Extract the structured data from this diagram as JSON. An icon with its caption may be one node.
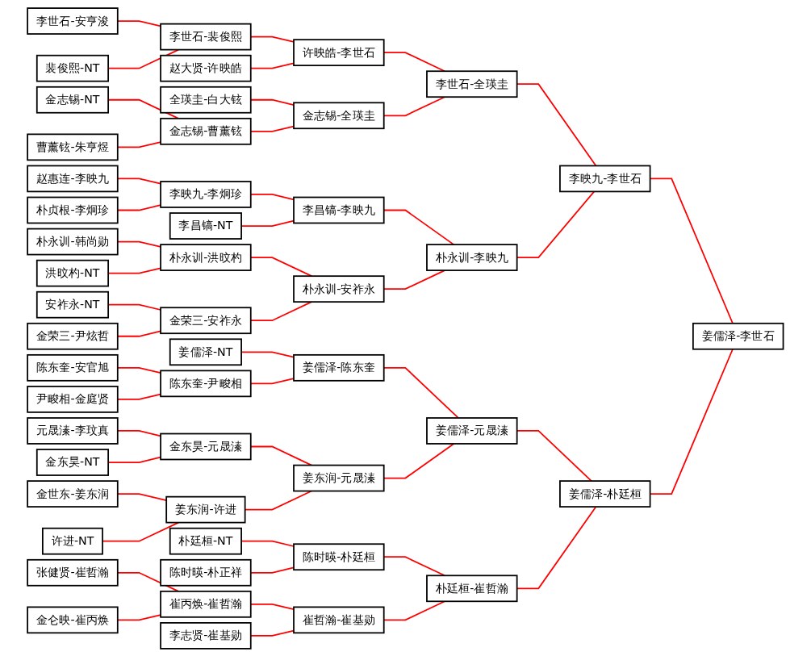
{
  "diagram": {
    "nodes": [
      {
        "text": [
          "李世石-安亨浚"
        ]
      },
      {
        "text": [
          "裴俊熙-NT"
        ]
      },
      {
        "text": [
          "金志锡-NT"
        ]
      },
      {
        "text": [
          "曹薰铉-朱亨煜"
        ]
      },
      {
        "text": [
          "赵惠连-李映九"
        ]
      },
      {
        "text": [
          "朴贞根-李炯珍"
        ]
      },
      {
        "text": [
          "朴永训-韩尚勋"
        ]
      },
      {
        "text": [
          "洪旼杓-NT"
        ]
      },
      {
        "text": [
          "安祚永-NT"
        ]
      },
      {
        "text": [
          "金荣三-尹炫哲"
        ]
      },
      {
        "text": [
          "陈东奎-安官旭"
        ]
      },
      {
        "text": [
          "尹畯相-金庭贤"
        ]
      },
      {
        "text": [
          "元晟溱-李玟真"
        ]
      },
      {
        "text": [
          "金东昊-NT"
        ]
      },
      {
        "text": [
          "金世东-姜东润"
        ]
      },
      {
        "text": [
          "许进-NT"
        ]
      },
      {
        "text": [
          "张健贤-崔哲瀚"
        ]
      },
      {
        "text": [
          "金仑映-崔丙焕"
        ]
      },
      {
        "text": [
          "李世石-裴俊熙"
        ]
      },
      {
        "text": [
          "赵大贤-许映皓"
        ]
      },
      {
        "text": [
          "全瑛圭-白大铉"
        ]
      },
      {
        "text": [
          "金志锡-曹薰铉"
        ]
      },
      {
        "text": [
          "李映九-李炯珍"
        ]
      },
      {
        "text": [
          "李昌镐-NT"
        ]
      },
      {
        "text": [
          "朴永训-洪旼杓"
        ]
      },
      {
        "text": [
          "金荣三-安祚永"
        ]
      },
      {
        "text": [
          "姜儒泽-NT"
        ]
      },
      {
        "text": [
          "陈东奎-尹畯相"
        ]
      },
      {
        "text": [
          "金东昊-元晟溱"
        ]
      },
      {
        "text": [
          "姜东润-许进"
        ]
      },
      {
        "text": [
          "朴廷桓-NT"
        ]
      },
      {
        "text": [
          "陈时暎-朴正祥"
        ]
      },
      {
        "text": [
          "崔丙焕-崔哲瀚"
        ]
      },
      {
        "text": [
          "李志贤-崔基勋"
        ]
      },
      {
        "text": [
          "许映皓-李世石"
        ]
      },
      {
        "text": [
          "金志锡-全瑛圭"
        ]
      },
      {
        "text": [
          "李昌镐-李映九"
        ]
      },
      {
        "text": [
          "朴永训-安祚永"
        ]
      },
      {
        "text": [
          "姜儒泽-陈东奎"
        ]
      },
      {
        "text": [
          "姜东润-元晟溱"
        ]
      },
      {
        "text": [
          "陈时暎-朴廷桓"
        ]
      },
      {
        "text": [
          "崔哲瀚-崔基勋"
        ]
      },
      {
        "text": [
          "李世石-全瑛圭"
        ]
      },
      {
        "text": [
          "朴永训-李映九"
        ]
      },
      {
        "text": [
          "姜儒泽-元晟溱"
        ]
      },
      {
        "text": [
          "朴廷桓-崔哲瀚"
        ]
      },
      {
        "text": [
          "李映九-李世石"
        ]
      },
      {
        "text": [
          "姜儒泽-朴廷桓"
        ]
      },
      {
        "text": [
          "姜儒泽-李世石"
        ]
      }
    ],
    "edges": [
      {
        "from": 0,
        "to": 18,
        "arrow": "none"
      },
      {
        "from": 1,
        "to": 18,
        "arrow": "none"
      },
      {
        "from": 2,
        "to": 21,
        "arrow": "none"
      },
      {
        "from": 3,
        "to": 21,
        "arrow": "none"
      },
      {
        "from": 4,
        "to": 22,
        "arrow": "none"
      },
      {
        "from": 5,
        "to": 22,
        "arrow": "none"
      },
      {
        "from": 6,
        "to": 24,
        "arrow": "none"
      },
      {
        "from": 7,
        "to": 24,
        "arrow": "none"
      },
      {
        "from": 8,
        "to": 25,
        "arrow": "none"
      },
      {
        "from": 9,
        "to": 25,
        "arrow": "none"
      },
      {
        "from": 10,
        "to": 27,
        "arrow": "none"
      },
      {
        "from": 11,
        "to": 27,
        "arrow": "none"
      },
      {
        "from": 12,
        "to": 28,
        "arrow": "none"
      },
      {
        "from": 13,
        "to": 28,
        "arrow": "none"
      },
      {
        "from": 14,
        "to": 29,
        "arrow": "none"
      },
      {
        "from": 15,
        "to": 29,
        "arrow": "none"
      },
      {
        "from": 16,
        "to": 32,
        "arrow": "none"
      },
      {
        "from": 17,
        "to": 32,
        "arrow": "none"
      },
      {
        "from": 18,
        "to": 34,
        "arrow": "none"
      },
      {
        "from": 19,
        "to": 34,
        "arrow": "none"
      },
      {
        "from": 20,
        "to": 35,
        "arrow": "none"
      },
      {
        "from": 21,
        "to": 35,
        "arrow": "none"
      },
      {
        "from": 22,
        "to": 36,
        "arrow": "none"
      },
      {
        "from": 23,
        "to": 36,
        "arrow": "none"
      },
      {
        "from": 24,
        "to": 37,
        "arrow": "none"
      },
      {
        "from": 25,
        "to": 37,
        "arrow": "none"
      },
      {
        "from": 26,
        "to": 38,
        "arrow": "none"
      },
      {
        "from": 27,
        "to": 38,
        "arrow": "none"
      },
      {
        "from": 28,
        "to": 39,
        "arrow": "none"
      },
      {
        "from": 29,
        "to": 39,
        "arrow": "none"
      },
      {
        "from": 30,
        "to": 40,
        "arrow": "none"
      },
      {
        "from": 31,
        "to": 40,
        "arrow": "none"
      },
      {
        "from": 32,
        "to": 41,
        "arrow": "none"
      },
      {
        "from": 33,
        "to": 41,
        "arrow": "none"
      },
      {
        "from": 34,
        "to": 42,
        "arrow": "none"
      },
      {
        "from": 35,
        "to": 42,
        "arrow": "none"
      },
      {
        "from": 36,
        "to": 43,
        "arrow": "none"
      },
      {
        "from": 37,
        "to": 43,
        "arrow": "none"
      },
      {
        "from": 38,
        "to": 44,
        "arrow": "none"
      },
      {
        "from": 39,
        "to": 44,
        "arrow": "none"
      },
      {
        "from": 40,
        "to": 45,
        "arrow": "none"
      },
      {
        "from": 41,
        "to": 45,
        "arrow": "none"
      },
      {
        "from": 42,
        "to": 46,
        "arrow": "none"
      },
      {
        "from": 43,
        "to": 46,
        "arrow": "none"
      },
      {
        "from": 44,
        "to": 47,
        "arrow": "none"
      },
      {
        "from": 45,
        "to": 47,
        "arrow": "none"
      },
      {
        "from": 46,
        "to": 48,
        "arrow": "none"
      },
      {
        "from": 47,
        "to": 48,
        "arrow": "none"
      }
    ]
  }
}
